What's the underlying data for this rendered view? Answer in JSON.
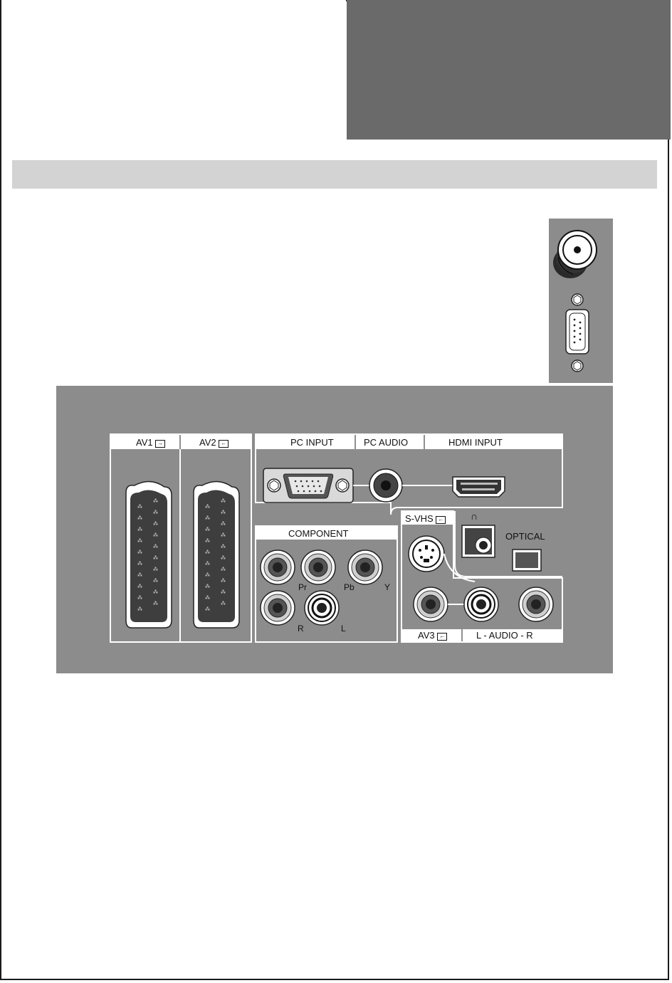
{
  "labels": {
    "av1": "AV1",
    "av2": "AV2",
    "pc_input": "PC INPUT",
    "pc_audio": "PC AUDIO",
    "hdmi_input": "HDMI INPUT",
    "component": "COMPONENT",
    "pr": "Pr",
    "pb": "Pb",
    "y": "Y",
    "r": "R",
    "l": "L",
    "s_vhs": "S-VHS",
    "optical": "OPTICAL",
    "av3": "AV3",
    "audio": "L - AUDIO - R"
  },
  "colors": {
    "dark_block": "#6a6a6a",
    "panel": "#8c8c8c",
    "bar": "#d3d3d3",
    "label_bg": "#ffffff"
  },
  "icons": [
    "input-arrow-icon",
    "headphone-icon",
    "scart-connector-icon",
    "vga-connector-icon",
    "rca-jack-icon",
    "antenna-connector-icon"
  ]
}
